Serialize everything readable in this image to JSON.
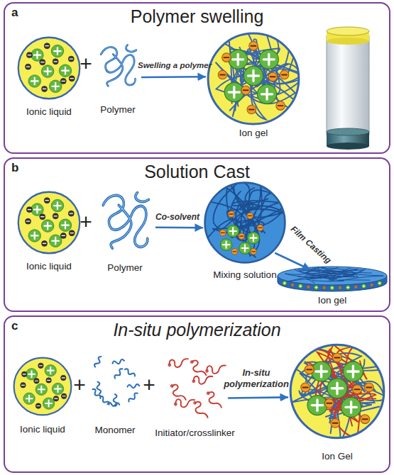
{
  "diagram": {
    "nodes": [
      {
        "text": [
          "a",
          "Polymer swelling"
        ]
      },
      {
        "text": [
          "Ionic liquid"
        ],
        "in": 0
      },
      {
        "text": [
          "Polymer"
        ],
        "in": 0
      },
      {
        "text": [
          "Ion gel"
        ],
        "in": 0
      },
      {
        "text": [
          "b",
          "Solution Cast"
        ]
      },
      {
        "text": [
          "Ionic liquid"
        ],
        "in": 4
      },
      {
        "text": [
          "Polymer"
        ],
        "in": 4
      },
      {
        "text": [
          "Mixing solution"
        ],
        "in": 4
      },
      {
        "text": [
          "Ion gel"
        ],
        "in": 4
      },
      {
        "text": [
          "c",
          "In-situ polymerization"
        ]
      },
      {
        "text": [
          "Ionic liquid"
        ],
        "in": 9
      },
      {
        "text": [
          "Monomer"
        ],
        "in": 9
      },
      {
        "text": [
          "Initiator/crosslinker"
        ],
        "in": 9
      },
      {
        "text": [
          "Ion Gel"
        ],
        "in": 9
      }
    ],
    "edges": [
      {
        "from": 2,
        "to": 3,
        "label": "Swelling a polymer",
        "arrow": "to"
      },
      {
        "from": 6,
        "to": 7,
        "label": "Co-solvent",
        "arrow": "to"
      },
      {
        "from": 7,
        "to": 8,
        "label": "Film Casting",
        "arrow": "to"
      },
      {
        "from": 12,
        "to": 13,
        "label": "In-situ polymerization",
        "arrow": "to"
      }
    ],
    "labels": [
      "+",
      "+",
      "+",
      "+"
    ]
  }
}
